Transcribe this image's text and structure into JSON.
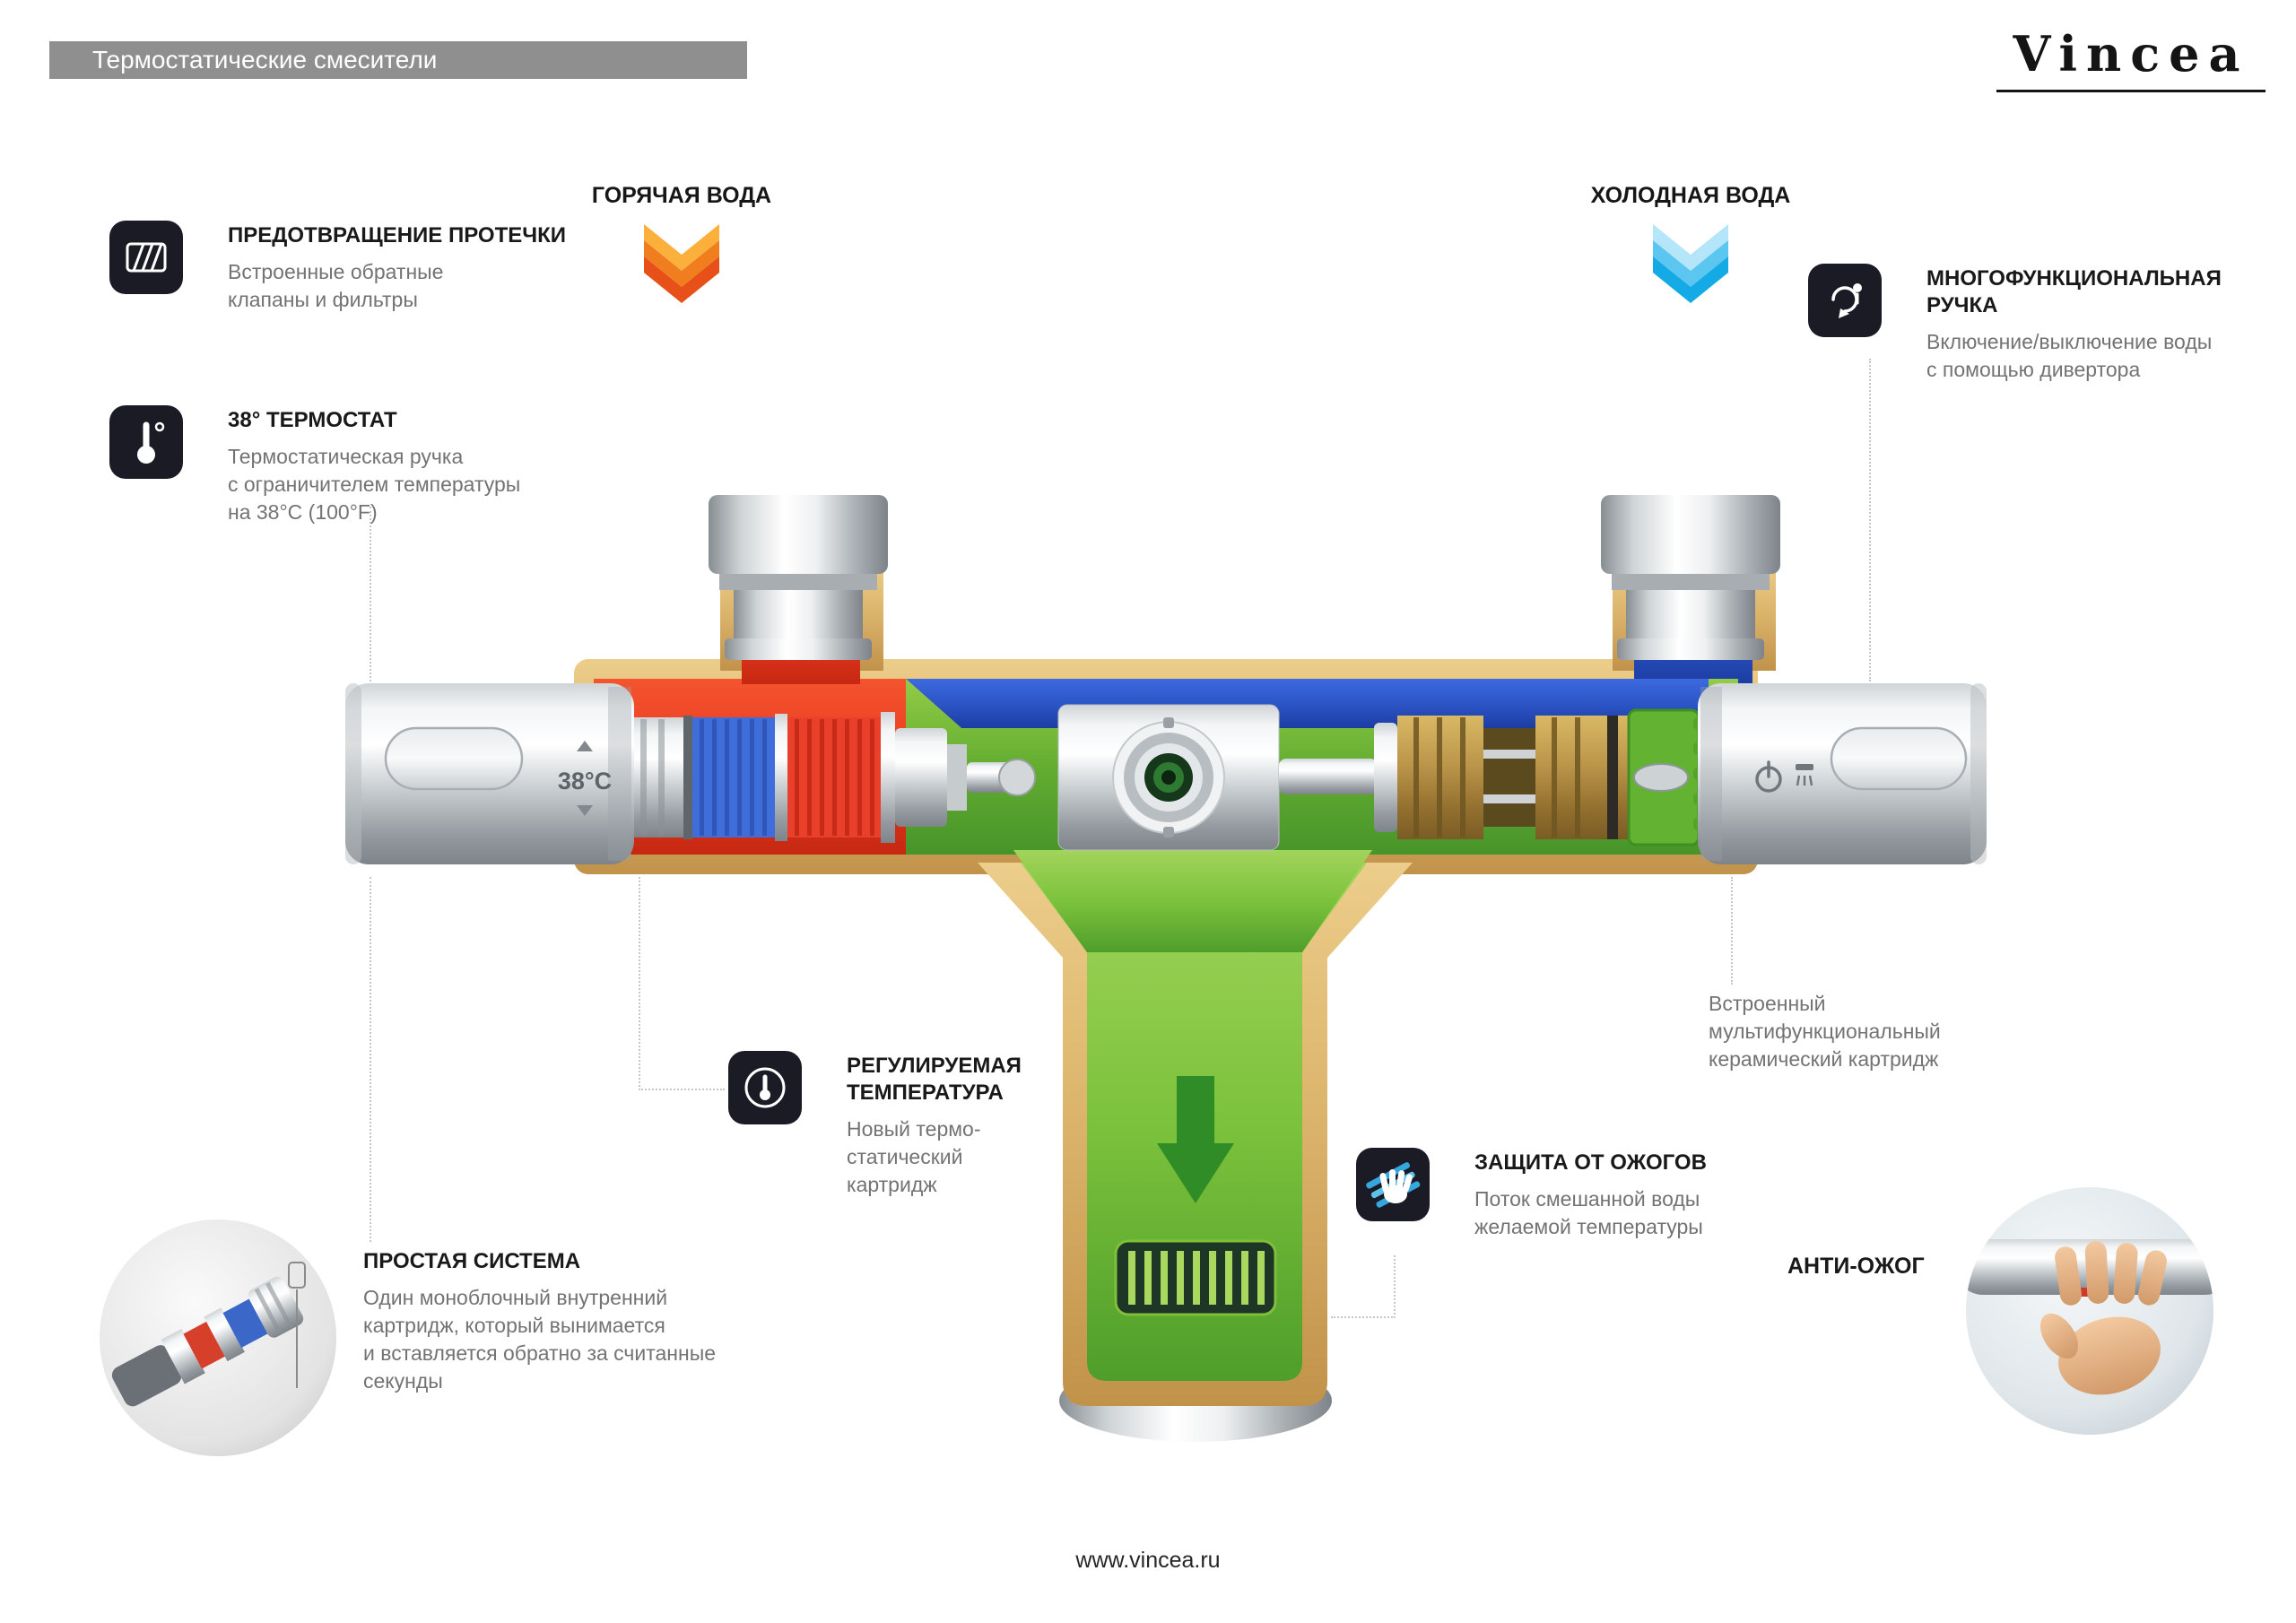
{
  "header": {
    "title": "Термостатические смесители"
  },
  "logo": {
    "text": "Vincea"
  },
  "labels": {
    "hot_water": "ГОРЯЧАЯ ВОДА",
    "cold_water": "ХОЛОДНАЯ ВОДА",
    "anti_burn": "АНТИ-ОЖОГ"
  },
  "annotations": {
    "leak_prevention": {
      "icon": "filter-icon",
      "title": "ПРЕДОТВРАЩЕНИЕ ПРОТЕЧКИ",
      "body": "Встроенные обратные\nклапаны и фильтры"
    },
    "thermostat_38": {
      "icon": "thermometer-icon",
      "title": "38° ТЕРМОСТАТ",
      "body": "Термостатическая ручка\nс ограничителем температуры\nна 38°C (100°F)"
    },
    "multifunction_handle": {
      "icon": "diverter-icon",
      "title": "МНОГОФУНКЦИОНАЛЬНАЯ\nРУЧКА",
      "body": "Включение/выключение воды\nс помощью дивертора"
    },
    "adjustable_temperature": {
      "icon": "thermometer-circle-icon",
      "title": "РЕГУЛИРУЕМАЯ\nТЕМПЕРАТУРА",
      "body": "Новый термо-\nстатический\nкартридж"
    },
    "simple_system": {
      "title": "ПРОСТАЯ СИСТЕМА",
      "body": "Один моноблочный внутренний\nкартридж, который вынимается\nи вставляется обратно за считанные\nсекунды"
    },
    "ceramic_cartridge": {
      "body": "Встроенный\nмультифункциональный\nкерамический картридж"
    },
    "burn_protection": {
      "icon": "hand-water-icon",
      "title": "ЗАЩИТА ОТ ОЖОГОВ",
      "body": "Поток смешанной воды\nжелаемой температуры"
    }
  },
  "diagram": {
    "temp_label": "38°C"
  },
  "colors": {
    "hot": "#f08019",
    "cold": "#29b7ea",
    "mixed_water": "#5aa82e",
    "hot_channel": "#e8391f",
    "cold_channel": "#2c55c6",
    "body_brass": "#dcb56c",
    "icon_tile": "#1b1b25",
    "header_bar": "#8f8f8f"
  },
  "footer": {
    "url": "www.vincea.ru"
  }
}
